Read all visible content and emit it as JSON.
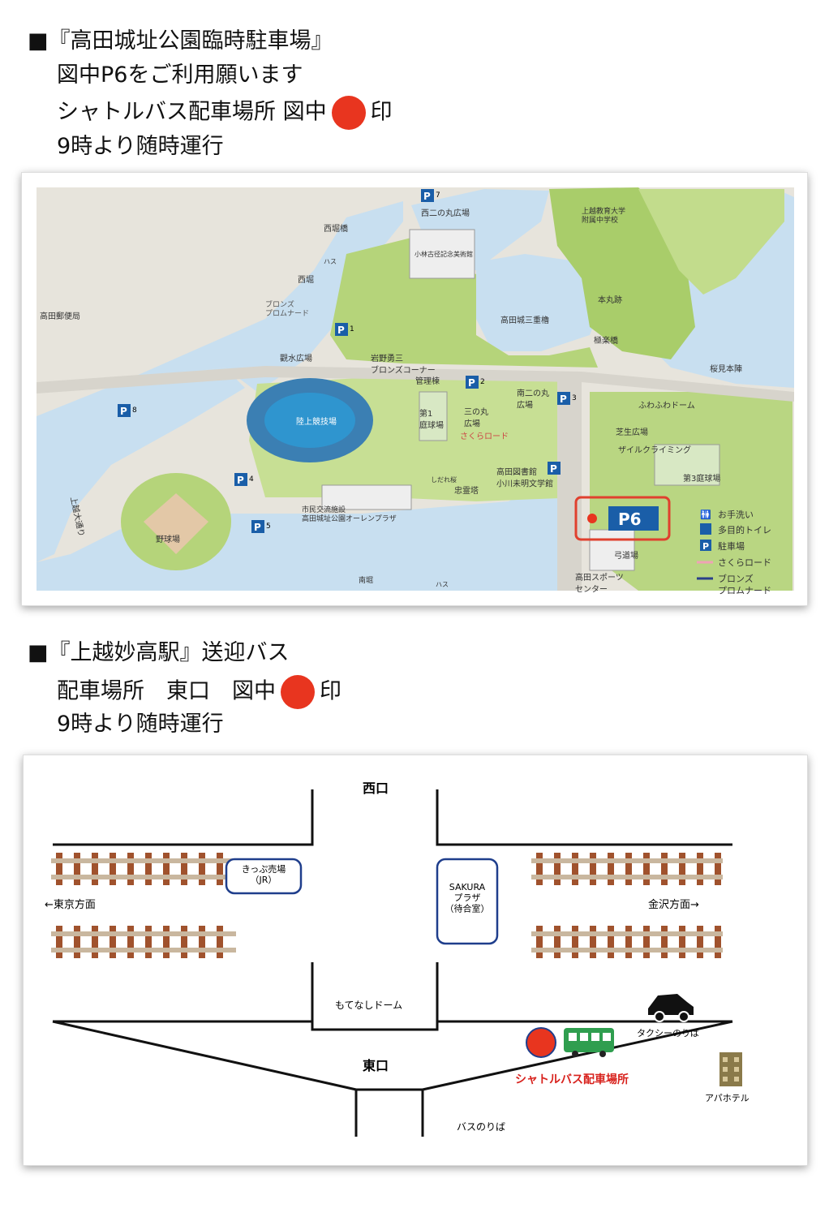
{
  "section1": {
    "title": "■『高田城址公園臨時駐車場』",
    "line1": "図中P6をご利用願います",
    "line2_prefix": "シャトルバス配車場所 図中",
    "line2_suffix": "印",
    "line3": "9時より随時運行"
  },
  "map1": {
    "labels": {
      "nishibori_bridge": "西堀橋",
      "nishibori": "西堀",
      "bronze_promenade": "ブロンズ\nプロムナード",
      "takada_post": "高田郵便局",
      "kanshui": "觀水広場",
      "iwano": "岩野勇三\nブロンズコーナー",
      "kanri": "管理棟",
      "kobayashi": "小林古径記念美術館",
      "ninomaru": "西二の丸広場",
      "takada_castle": "高田城三重櫓",
      "honmaru": "本丸跡",
      "gokuraku": "極楽橋",
      "univ": "上越教育大学\n附属中学校",
      "sakuramidai": "桜見本陣",
      "fuwafuwa": "ふわふわドーム",
      "shibafu": "芝生広場",
      "climbing": "ザイルクライミング",
      "dai3": "第3庭球場",
      "minami_ninomaru": "南二の丸\n広場",
      "sannomaru": "三の丸\n広場",
      "dai1": "第1\n庭球場",
      "sakura_road_label": "さくらロード",
      "library": "高田図書館\n小川未明文学館",
      "chukon": "忠霊塔",
      "shidare": "しだれ桜",
      "stadium": "陸上競技場",
      "culture": "市民交流施設\n高田城址公園オーレンプラザ",
      "baseball": "野球場",
      "joetsu_street": "上越大通り",
      "hasu1": "ハス",
      "hasu2": "ハス",
      "minamibori": "南堀",
      "kyudo": "弓道場",
      "sports": "高田スポーツ\nセンター"
    },
    "parking": [
      "P",
      "P",
      "P",
      "P",
      "P",
      "P",
      "P"
    ],
    "parking_numbers": [
      "7",
      "1",
      "2",
      "3",
      "4",
      "5",
      "8"
    ],
    "p6_label": "P6",
    "legend": {
      "toilet": "お手洗い",
      "multi": "多目的トイレ",
      "parking": "駐車場",
      "sakura": "さくらロード",
      "bronze": "ブロンズ\nプロムナード"
    }
  },
  "section2": {
    "title": "■『上越妙高駅』送迎バス",
    "line1_prefix": "配車場所　東口　図中",
    "line1_suffix": "印",
    "line2": "9時より随時運行"
  },
  "map2": {
    "west_exit": "西口",
    "east_exit": "東口",
    "ticket": "きっぷ売場\n（JR）",
    "sakura_plaza": "SAKURA\nプラザ\n（待合室）",
    "tokyo": "←東京方面",
    "kanazawa": "金沢方面→",
    "dome": "もてなしドーム",
    "taxi": "タクシーのりば",
    "shuttle": "シャトルバス配車場所",
    "apa": "アパホテル",
    "bus": "バスのりば"
  },
  "colors": {
    "red_dot": "#e8351f",
    "water": "#c8dff0",
    "green": "#b5d47a",
    "parking_blue": "#1a5ea8"
  }
}
